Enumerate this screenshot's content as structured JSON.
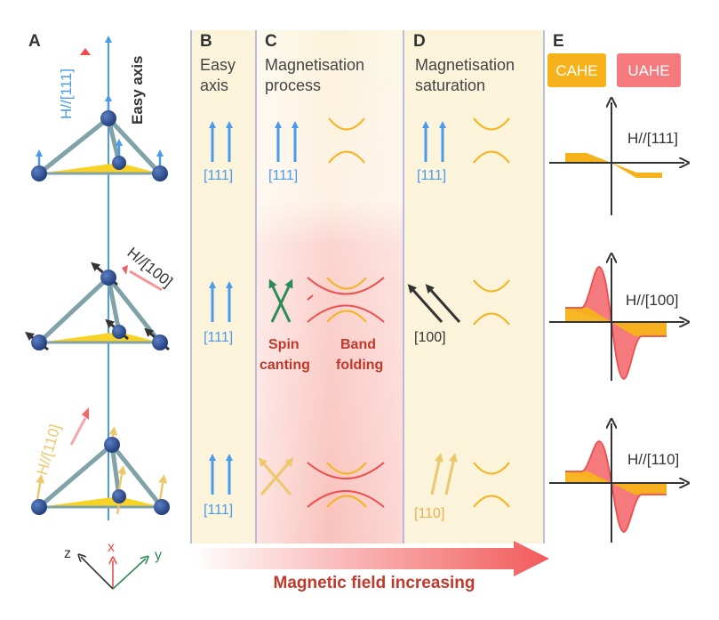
{
  "panels": {
    "a": {
      "letter": "A",
      "easy_axis": "Easy axis",
      "field_111": "H//[111]",
      "field_100": "H//[100]",
      "field_110": "H//[110]",
      "axis_z": "z",
      "axis_x": "x",
      "axis_y": "y"
    },
    "b": {
      "letter": "B",
      "title_1": "Easy",
      "title_2": "axis",
      "dir_1": "[111]",
      "dir_2": "[111]",
      "dir_3": "[111]"
    },
    "c": {
      "letter": "C",
      "title_1": "Magnetisation",
      "title_2": "process",
      "dir_1": "[111]",
      "spin_1": "Spin",
      "spin_2": "canting",
      "band_1": "Band",
      "band_2": "folding"
    },
    "d": {
      "letter": "D",
      "title_1": "Magnetisation",
      "title_2": "saturation",
      "dir_1": "[111]",
      "dir_2": "[100]",
      "dir_3": "[110]"
    },
    "e": {
      "letter": "E",
      "legend_cahe": "CAHE",
      "legend_uahe": "UAHE",
      "field_1": "H//[111]",
      "field_2": "H//[100]",
      "field_3": "H//[110]"
    }
  },
  "bottom_label": "Magnetic field increasing",
  "colors": {
    "blue": "#4a9bea",
    "gold": "#f5b21a",
    "red": "#ee4d4d",
    "pink": "#f57a7e",
    "green": "#2e8b57",
    "dark": "#333333",
    "cream": "#fbf3da",
    "rod": "#7fa3a8",
    "sphere": "#2d4f96",
    "triangle": "#f8d224",
    "pale_gold": "#ecc86a",
    "title_red": "#c0392b"
  }
}
